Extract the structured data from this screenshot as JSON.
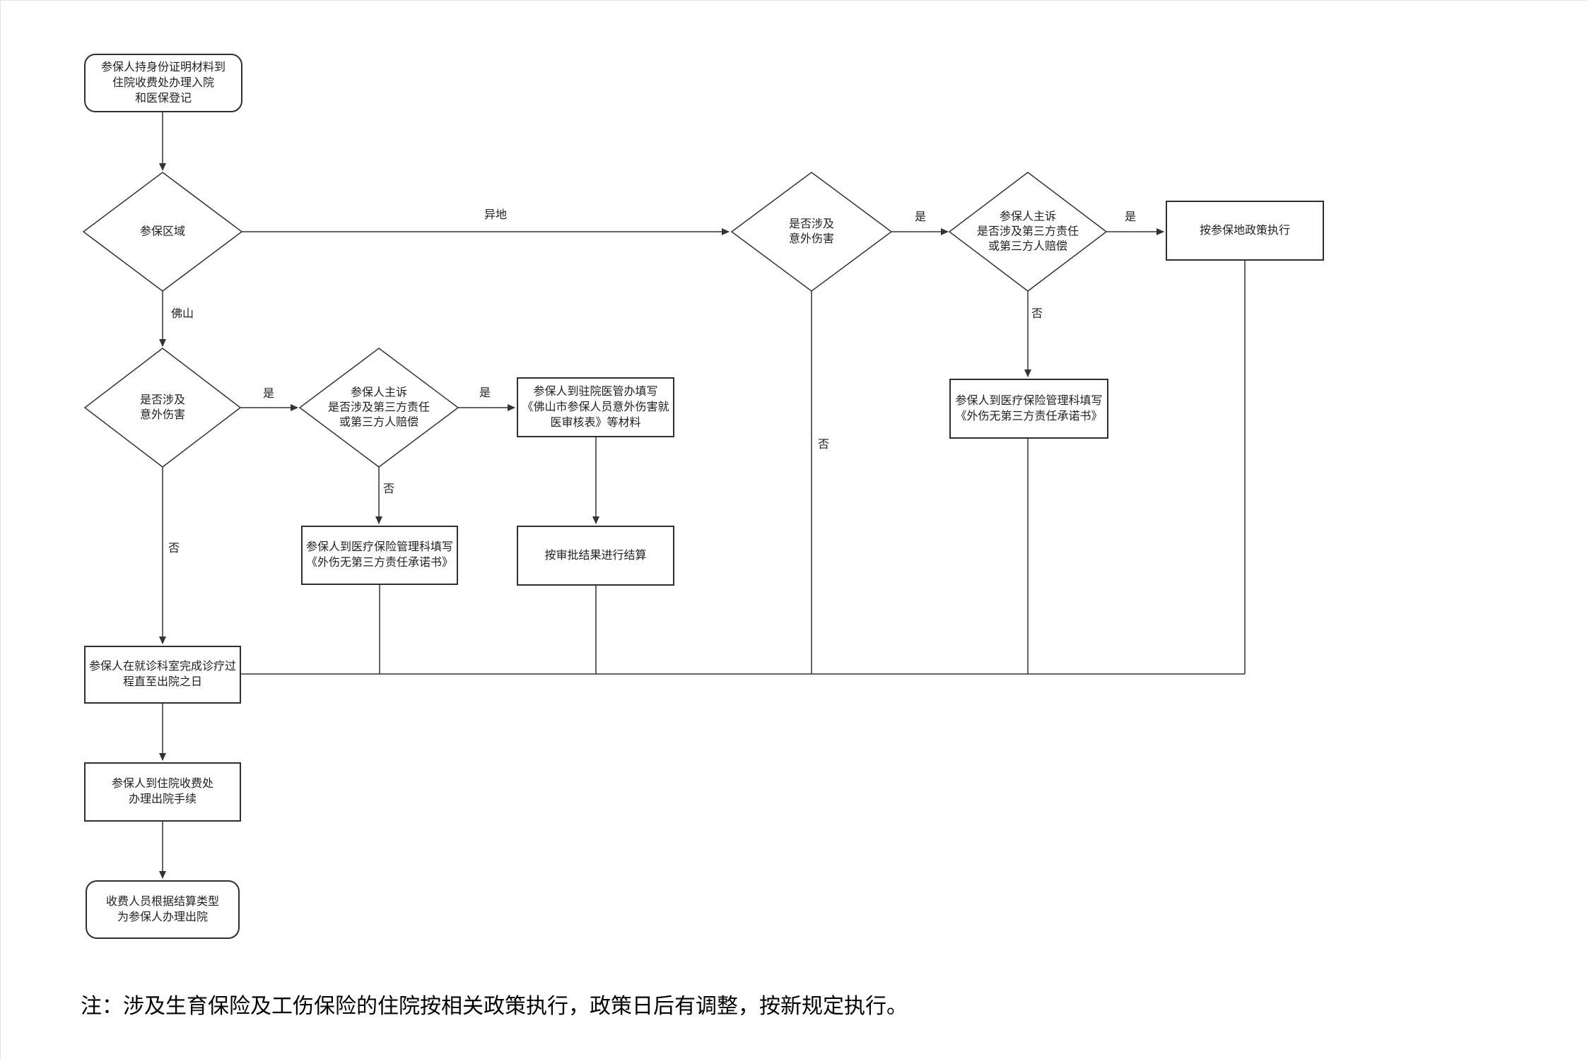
{
  "nodes": {
    "start": "参保人持身份证明材料到\n住院收费处办理入院\n和医保登记",
    "region": "参保区域",
    "accident_foshan": "是否涉及\n意外伤害",
    "third_party_foshan": "参保人主诉\n是否涉及第三方责任\n或第三方人赔偿",
    "hospital_admin": "参保人到驻院医管办填写\n《佛山市参保人员意外伤害就\n医审核表》等材料",
    "insurance_dept_foshan": "参保人到医疗保险管理科填写\n《外伤无第三方责任承诺书》",
    "settle_by_approval": "按审批结果进行结算",
    "accident_remote": "是否涉及\n意外伤害",
    "third_party_remote": "参保人主诉\n是否涉及第三方责任\n或第三方人赔偿",
    "policy_local": "按参保地政策执行",
    "insurance_dept_remote": "参保人到医疗保险管理科填写\n《外伤无第三方责任承诺书》",
    "treatment": "参保人在就诊科室完成诊疗过\n程直至出院之日",
    "discharge_desk": "参保人到住院收费处\n办理出院手续",
    "end": "收费人员根据结算类型\n为参保人办理出院"
  },
  "edge_labels": {
    "remote": "异地",
    "foshan": "佛山",
    "yes_accident_foshan": "是",
    "no_accident_foshan": "否",
    "yes_third_party_foshan": "是",
    "no_third_party_foshan": "否",
    "yes_accident_remote": "是",
    "no_accident_remote": "否",
    "yes_third_party_remote": "是",
    "no_third_party_remote": "否"
  },
  "note": "注：涉及生育保险及工伤保险的住院按相关政策执行，政策日后有调整，按新规定执行。",
  "colors": {
    "line": "#333333",
    "node_border": "#2f2f2f",
    "text": "#1f1f1f",
    "background": "#ffffff"
  }
}
